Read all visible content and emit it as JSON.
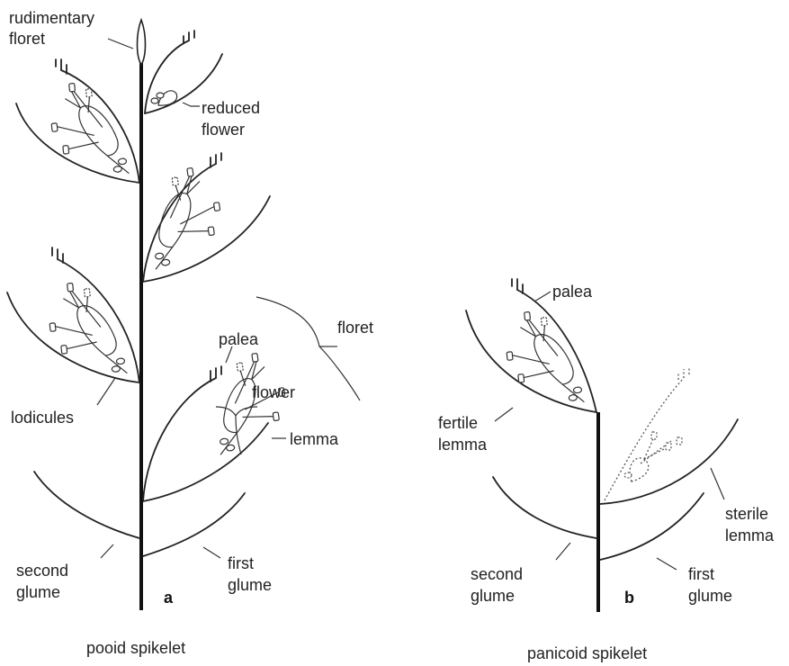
{
  "figure": {
    "pooid": {
      "caption": "pooid spikelet",
      "panel_letter": "a",
      "labels": {
        "rudimentary_floret_line1": "rudimentary",
        "rudimentary_floret_line2": "floret",
        "reduced_flower_line1": "reduced",
        "reduced_flower_line2": "flower",
        "floret": "floret",
        "palea": "palea",
        "flower": "flower",
        "lemma": "lemma",
        "lodicules": "lodicules",
        "second_glume_line1": "second",
        "second_glume_line2": "glume",
        "first_glume_line1": "first",
        "first_glume_line2": "glume"
      }
    },
    "panicoid": {
      "caption": "panicoid spikelet",
      "panel_letter": "b",
      "labels": {
        "palea": "palea",
        "fertile_lemma_line1": "fertile",
        "fertile_lemma_line2": "lemma",
        "sterile_lemma_line1": "sterile",
        "sterile_lemma_line2": "lemma",
        "second_glume_line1": "second",
        "second_glume_line2": "glume",
        "first_glume_line1": "first",
        "first_glume_line2": "glume"
      }
    }
  }
}
